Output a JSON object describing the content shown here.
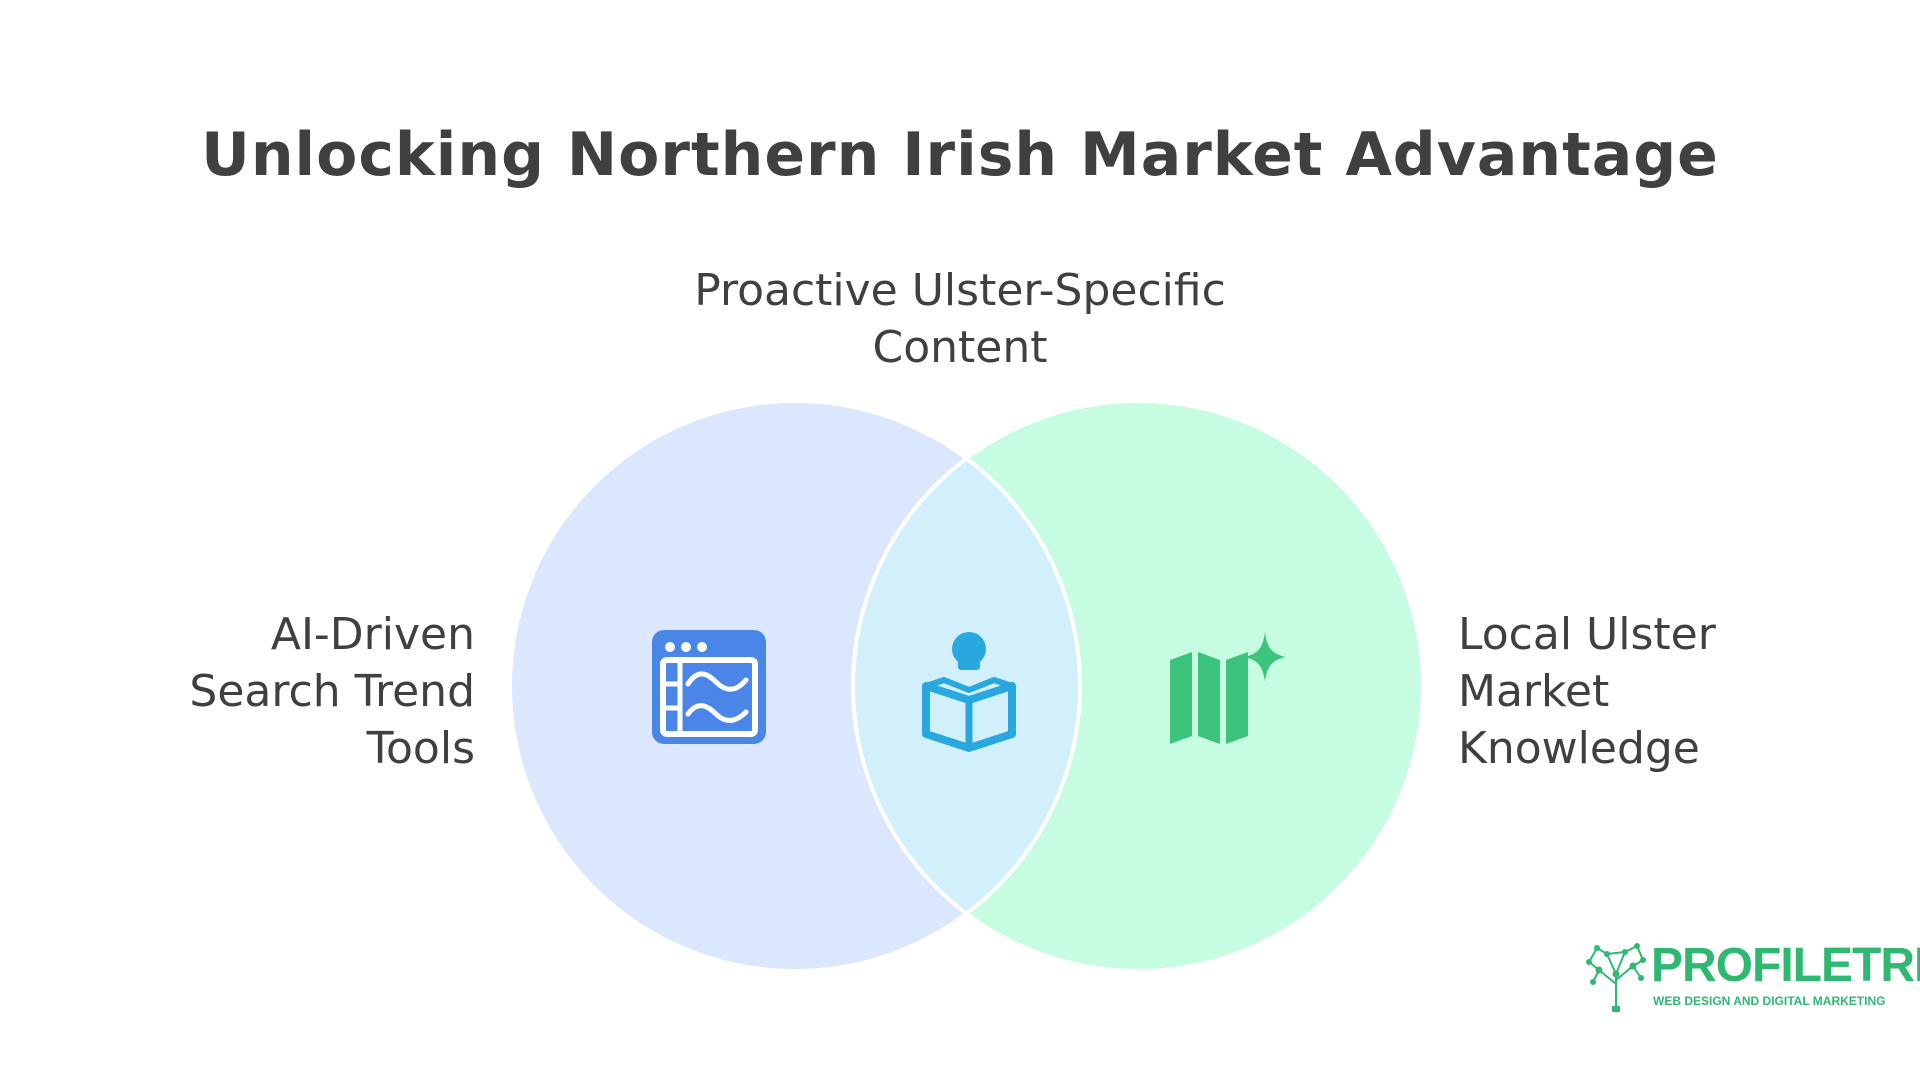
{
  "title": "Unlocking Northern Irish Market Advantage",
  "labels": {
    "top": [
      "Proactive Ulster-Specific",
      "Content"
    ],
    "left": [
      "AI-Driven",
      "Search Trend",
      "Tools"
    ],
    "right": [
      "Local Ulster",
      "Market",
      "Knowledge"
    ]
  },
  "circles": {
    "left_fill": "#dbe7fd",
    "right_fill": "#c6fce2",
    "overlap_fill": "#d2f0fb",
    "stroke": "#ffffff"
  },
  "icons": {
    "left": {
      "name": "browser-chart-icon",
      "color": "#4a86e8"
    },
    "center": {
      "name": "person-reading-book-icon",
      "color": "#29a8e0"
    },
    "right": {
      "name": "map-sparkle-icon",
      "color": "#3cc47c"
    }
  },
  "logo": {
    "word": "PROFILETREE",
    "tagline": "WEB DESIGN AND DIGITAL MARKETING",
    "color": "#2fb872"
  }
}
